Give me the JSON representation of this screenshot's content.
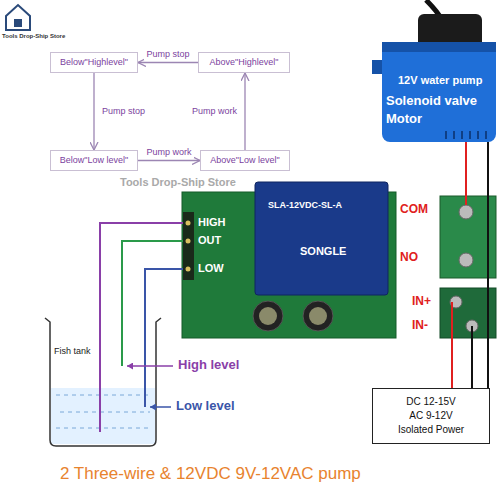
{
  "diagram": {
    "caption": "2 Three-wire & 12VDC 9V-12VAC pump",
    "nodes": [
      {
        "text": [
          "Below\"Highlevel\""
        ]
      },
      {
        "text": [
          "Above\"Highlevel\""
        ]
      },
      {
        "text": [
          "Below\"Low level\""
        ]
      },
      {
        "text": [
          "Above\"Low level\""
        ]
      },
      {
        "text": [
          "DC 12-15V",
          "AC 9-12V",
          "Isolated Power"
        ]
      }
    ],
    "edges": [
      {
        "from": 1,
        "to": 0,
        "label": "Pump stop",
        "arrow": "to"
      },
      {
        "from": 0,
        "to": 2,
        "label": "Pump stop",
        "arrow": "to"
      },
      {
        "from": 2,
        "to": 3,
        "label": "Pump work",
        "arrow": "to"
      },
      {
        "from": 3,
        "to": 1,
        "label": "Pump work",
        "arrow": "to"
      }
    ],
    "labels": [
      "Tools Drop-Ship Store",
      "12V water pump",
      "Solenoid valve",
      "Motor",
      "HIGH",
      "OUT",
      "LOW",
      "SONGLE",
      "SLA-12VDC-SL-A",
      "COM",
      "NO",
      "IN+",
      "IN-",
      "Fish tank",
      "High level",
      "Low level",
      "Tools Drop-Ship Store"
    ]
  }
}
